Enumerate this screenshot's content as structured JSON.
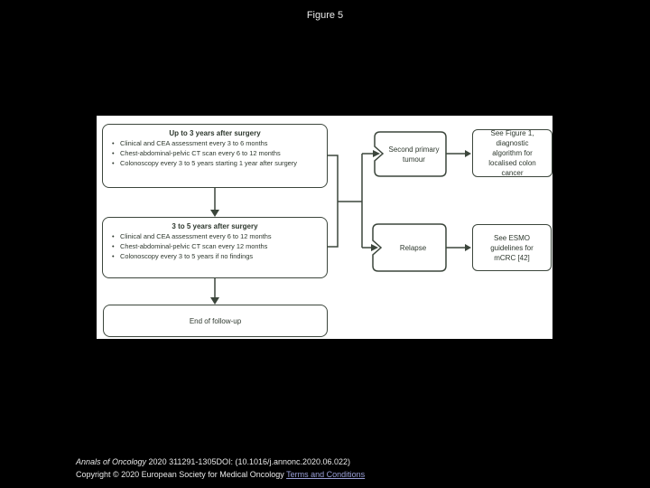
{
  "page": {
    "title": "Figure 5"
  },
  "figure": {
    "bullet_char": "•",
    "stroke_color": "#3c463c",
    "box_up_to_3_years": {
      "title": "Up to 3 years after surgery",
      "bullets": [
        "Clinical and CEA assessment every 3 to 6 months",
        "Chest-abdominal-pelvic CT scan every 6 to 12 months",
        "Colonoscopy every 3 to 5 years starting 1 year after surgery"
      ]
    },
    "box_3_to_5_years": {
      "title": "3 to 5 years after surgery",
      "bullets": [
        "Clinical and CEA assessment every 6 to 12 months",
        "Chest-abdominal-pelvic CT scan every 12 months",
        "Colonoscopy every 3 to 5 years if no findings"
      ]
    },
    "box_end_followup": {
      "label": "End of follow-up"
    },
    "box_second_primary": {
      "label": "Second primary tumour"
    },
    "box_relapse": {
      "label": "Relapse"
    },
    "box_see_figure1": {
      "label": "See Figure 1, diagnostic algorithm for localised colon cancer"
    },
    "box_see_esmo": {
      "label": "See ESMO guidelines for mCRC [42]"
    }
  },
  "caption": {
    "journal_italic": "Annals of Oncology",
    "citation_rest": " 2020 311291-1305DOI: (10.1016/j.annonc.2020.06.022)",
    "copyright_text": "Copyright © 2020 European Society for Medical Oncology ",
    "terms_link": "Terms and Conditions"
  }
}
